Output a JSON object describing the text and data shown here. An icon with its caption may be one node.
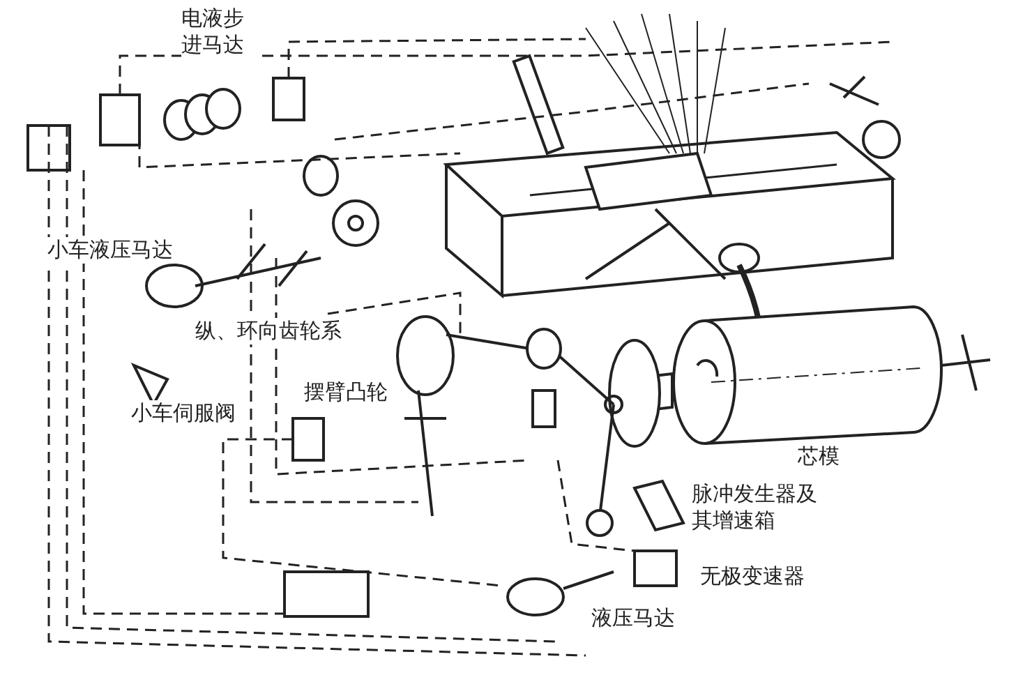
{
  "diagram": {
    "labels": [
      "电液步进马达",
      "小车液压马达",
      "纵、环向齿轮系",
      "小车伺服阀",
      "摆臂凸轮",
      "芯模",
      "脉冲发生器及其增速箱",
      "无极变速器",
      "液压马达"
    ]
  }
}
